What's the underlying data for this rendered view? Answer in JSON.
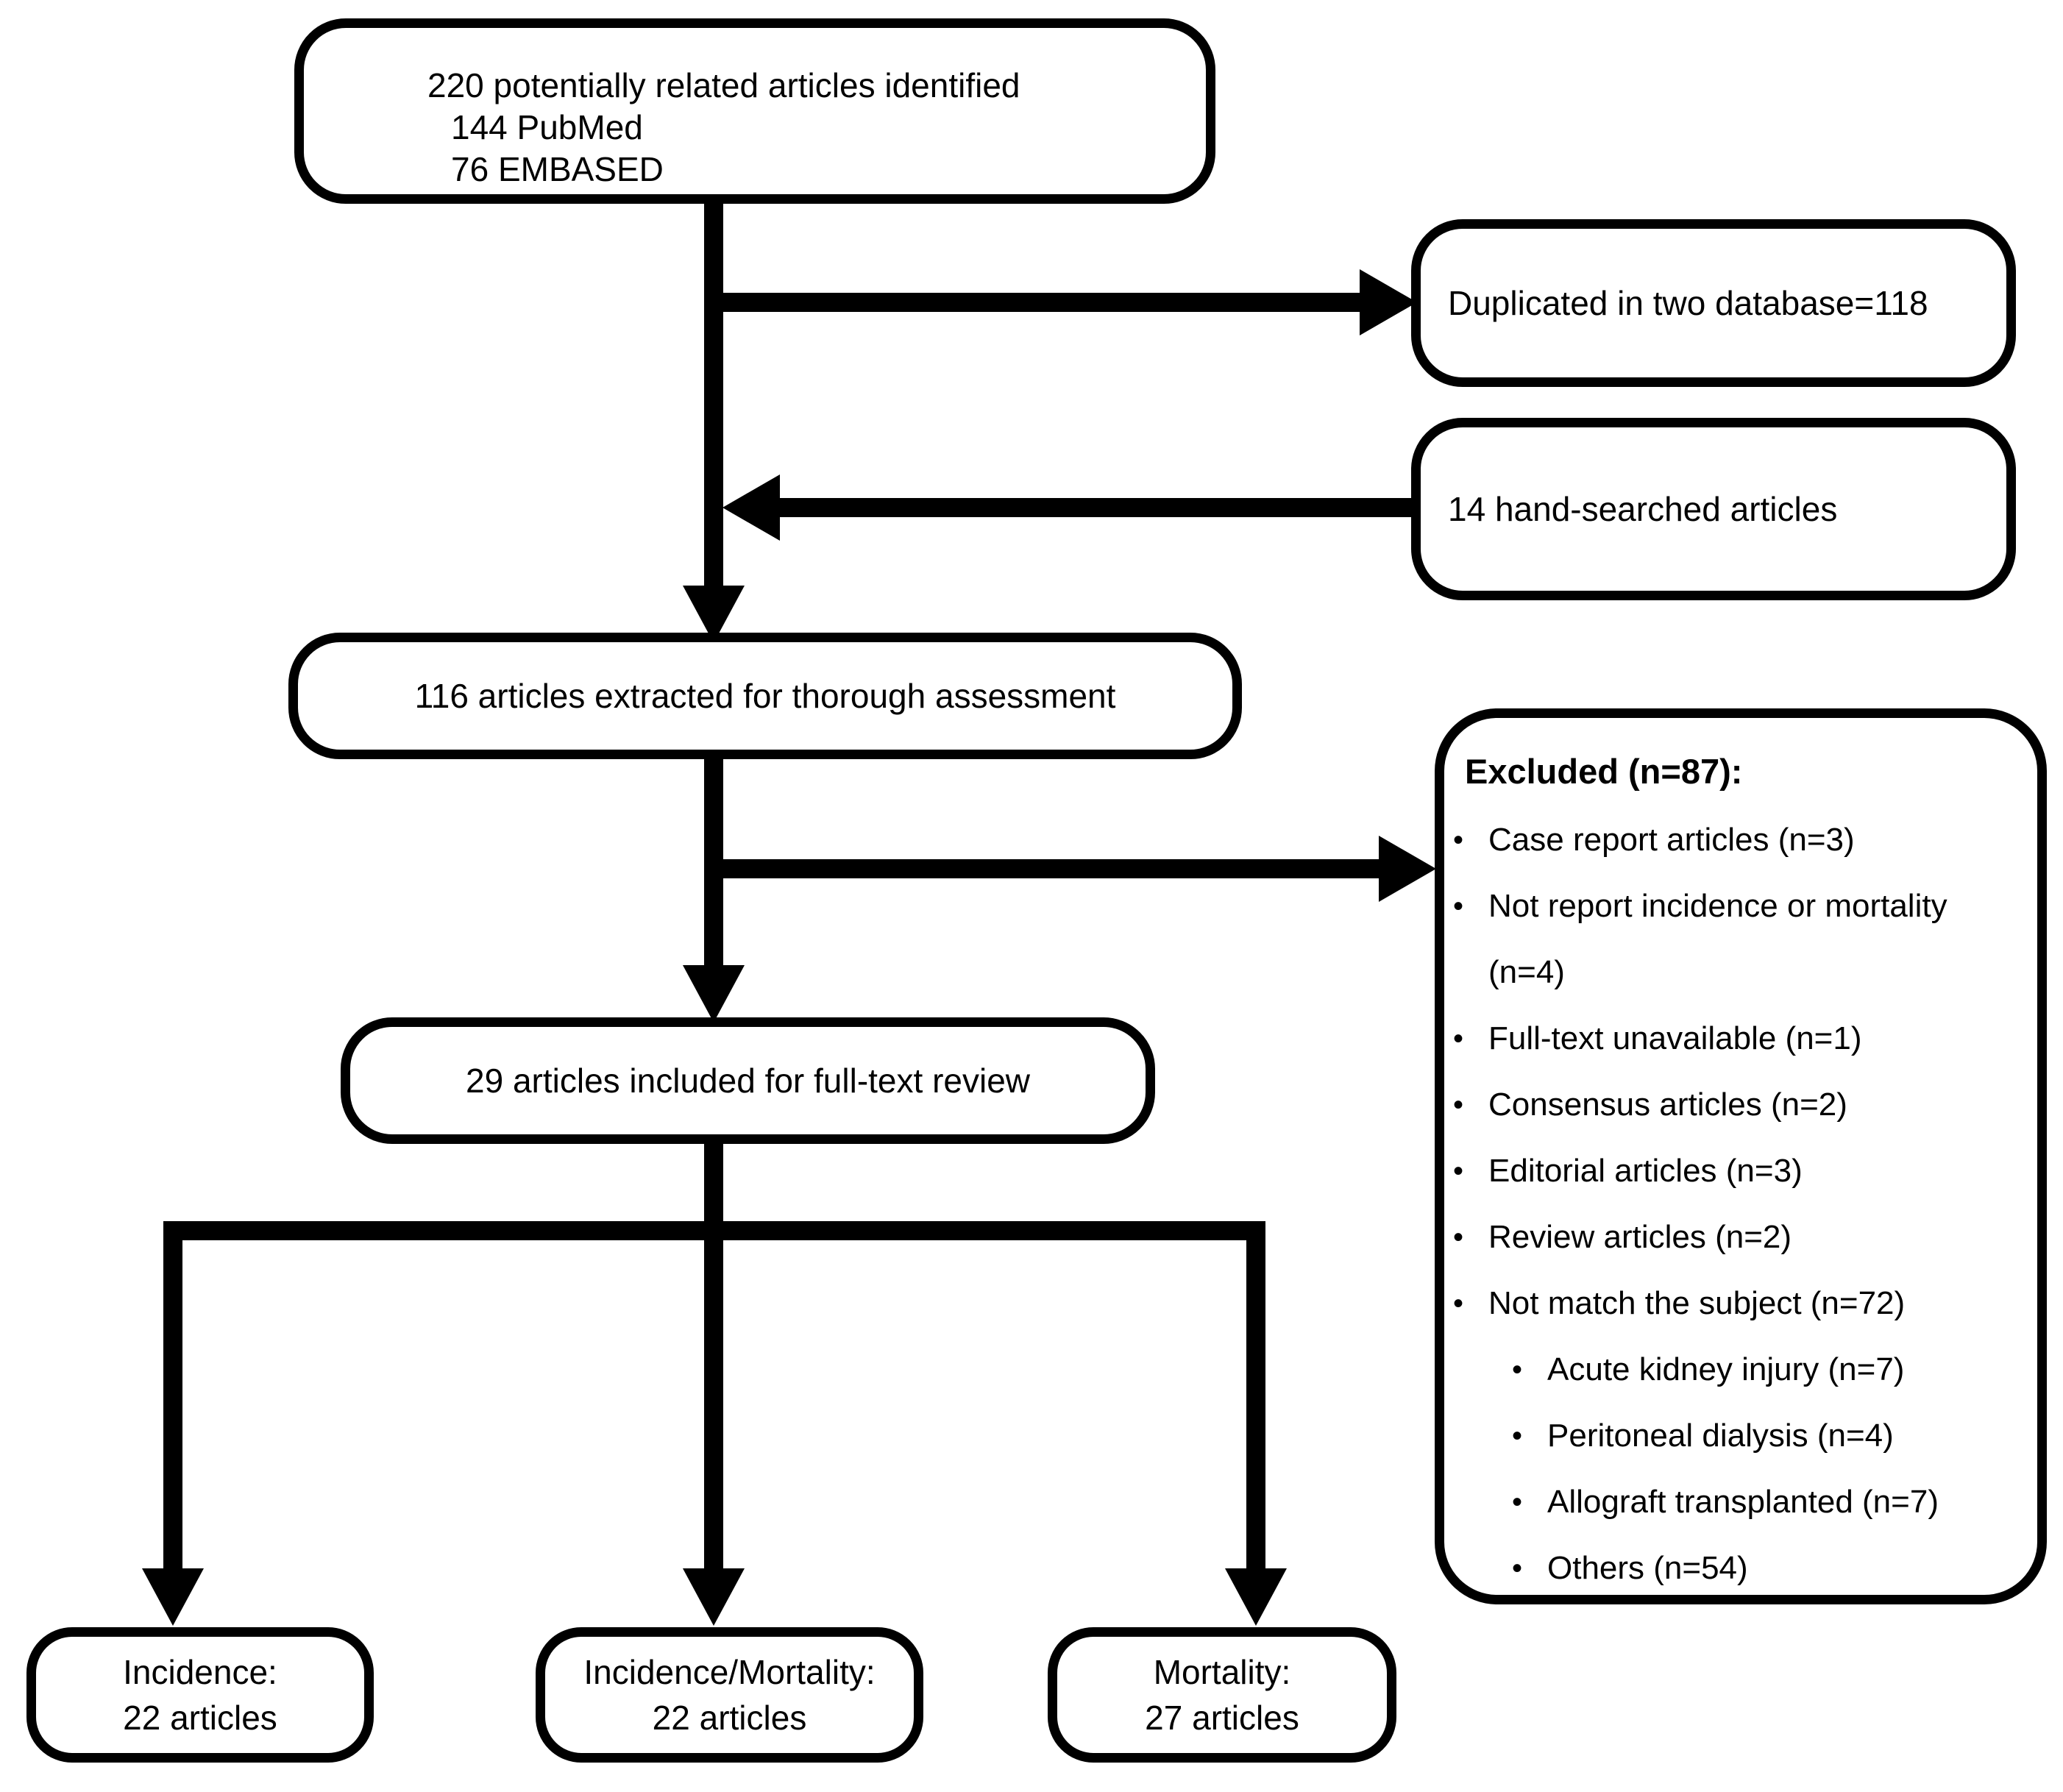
{
  "figure": {
    "type": "prisma-flow-diagram",
    "ink_color": "#000000",
    "background_color": "#ffffff"
  },
  "boxes": {
    "identified": {
      "lines": [
        "220 potentially related articles identified",
        "144 PubMed",
        "76 EMBASED"
      ]
    },
    "duplicated": {
      "text": "Duplicated in two database=118"
    },
    "hand_searched": {
      "text": "14 hand-searched articles"
    },
    "assessment": {
      "text": "116 articles extracted for thorough assessment"
    },
    "excluded": {
      "title": "Excluded (n=87):",
      "items": [
        {
          "text": "Case report articles (n=3)",
          "level": 1
        },
        {
          "text": "Not report incidence or mortality (n=4)",
          "level": 1
        },
        {
          "text": "Full-text unavailable (n=1)",
          "level": 1
        },
        {
          "text": "Consensus articles (n=2)",
          "level": 1
        },
        {
          "text": "Editorial articles (n=3)",
          "level": 1
        },
        {
          "text": "Review articles (n=2)",
          "level": 1
        },
        {
          "text": "Not match the subject (n=72)",
          "level": 1
        },
        {
          "text": "Acute kidney injury (n=7)",
          "level": 2
        },
        {
          "text": "Peritoneal dialysis (n=4)",
          "level": 2
        },
        {
          "text": "Allograft transplanted (n=7)",
          "level": 2
        },
        {
          "text": "Others (n=54)",
          "level": 2
        }
      ]
    },
    "fulltext": {
      "text": "29 articles included for full-text review"
    },
    "incidence": {
      "lines": [
        "Incidence:",
        "22 articles"
      ]
    },
    "incidence_mortality": {
      "lines": [
        "Incidence/Mortality:",
        "22 articles"
      ]
    },
    "mortality": {
      "lines": [
        "Mortality:",
        "27 articles"
      ]
    }
  }
}
